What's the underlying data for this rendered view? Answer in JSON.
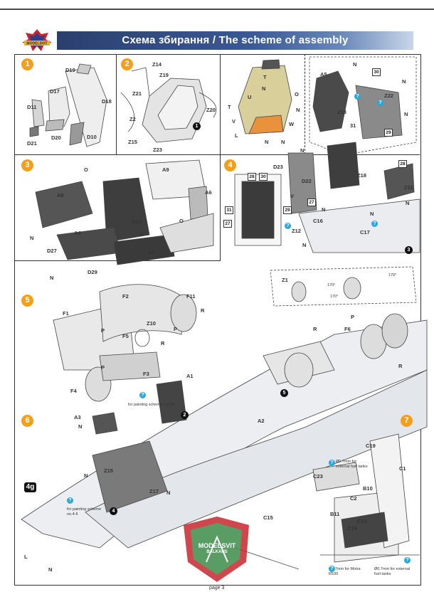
{
  "header": {
    "title": "Схема збирання / The scheme of assembly",
    "brand_logo_text": "MODELSVIT"
  },
  "steps": [
    "1",
    "2",
    "3",
    "4",
    "5",
    "6",
    "7"
  ],
  "step1": {
    "labels": [
      "D19",
      "D17",
      "D18",
      "D11",
      "D20",
      "D10",
      "D21"
    ]
  },
  "step2": {
    "labels": [
      "Z14",
      "Z19",
      "Z21",
      "Z20",
      "Z2",
      "Z15",
      "Z23"
    ],
    "badge": "1"
  },
  "step2b": {
    "labels": [
      "T",
      "N",
      "U",
      "O",
      "T",
      "N",
      "V",
      "W",
      "L",
      "N",
      "N"
    ]
  },
  "step2c": {
    "labels": [
      "A5",
      "N",
      "N",
      "Z13",
      "Z22",
      "31",
      "N"
    ],
    "boxes": [
      "30",
      "29"
    ]
  },
  "step3": {
    "labels": [
      "O",
      "A9",
      "A8",
      "A6",
      "A10",
      "N",
      "O",
      "A4",
      "A7",
      "N",
      "D27",
      "D29",
      "N"
    ]
  },
  "step4": {
    "labels": [
      "D23",
      "D22",
      "V",
      "N",
      "Z18",
      "Z11",
      "N",
      "Z12",
      "C16",
      "C17",
      "N",
      "N",
      "N"
    ],
    "boxes": [
      "28",
      "30",
      "31",
      "27",
      "29",
      "27",
      "28"
    ],
    "badge": "3"
  },
  "step5": {
    "labels": [
      "F2",
      "F11",
      "R",
      "F1",
      "Z10",
      "P",
      "P",
      "R",
      "F5",
      "P",
      "F3",
      "F4",
      "F6",
      "P",
      "R",
      "R",
      "A1",
      "Z1"
    ],
    "angles": [
      "170°",
      "170°",
      "170°"
    ],
    "badge": "5"
  },
  "step6": {
    "labels": [
      "A2",
      "A3",
      "N",
      "N",
      "Z15",
      "Z17",
      "N"
    ],
    "note1": "for painting scheme no.2-6",
    "note2": "for painting scheme no.4-6",
    "badge2": "2",
    "badge4": "4",
    "scale_badge": "4g"
  },
  "step7": {
    "labels": [
      "C19",
      "C1",
      "B10",
      "C2",
      "C23",
      "B11",
      "C13",
      "C14",
      "C15"
    ],
    "fuel1": "Ø0.7mm for external fuel tanks",
    "fuel2": "Ø0.7mm for external fuel tanks",
    "motor": "Ø0.7mm for Motra R530"
  },
  "watermark": {
    "line1": "MODELSVIT",
    "line2": "BALKANS"
  },
  "bottom_left": {
    "labels": [
      "L",
      "N"
    ]
  },
  "page_label": "page 3",
  "colors": {
    "header_start": "#2b3f6e",
    "header_end": "#c9d6ea",
    "step_circle": "#f2a01a",
    "info_blue": "#29a8e0",
    "watermark_red": "#c8262f",
    "watermark_green": "#3d8c4a"
  }
}
